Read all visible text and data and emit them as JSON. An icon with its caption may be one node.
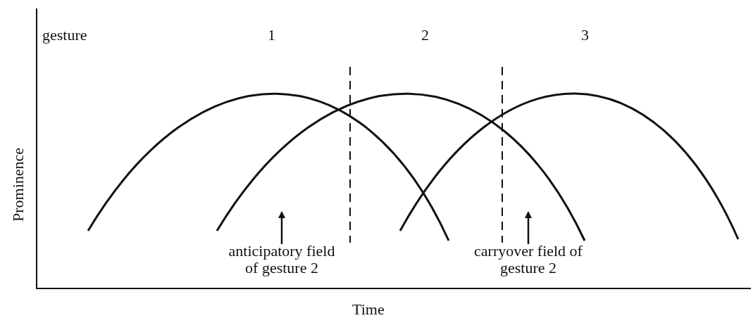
{
  "diagram": {
    "nodes": [
      {
        "text": [
          "anticipatory field of gesture 2"
        ]
      },
      {
        "text": [
          "carryover field of gesture 2"
        ]
      }
    ],
    "edges": [
      {
        "from": 0,
        "to": null,
        "arrow": "to"
      },
      {
        "from": 1,
        "to": null,
        "arrow": "to"
      }
    ],
    "labels": [
      "gesture",
      "1",
      "2",
      "3",
      "Prominence",
      "Time"
    ]
  }
}
